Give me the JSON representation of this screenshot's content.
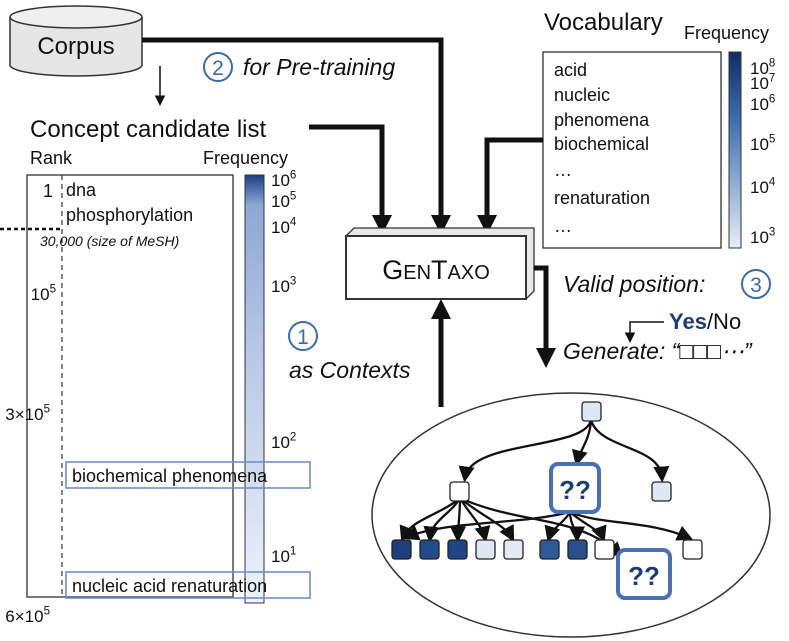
{
  "corpus_label": "Corpus",
  "step2_label": "for Pre-training",
  "step2_number": "2",
  "vocabulary": {
    "title": "Vocabulary",
    "frequency_label": "Frequency",
    "items": [
      "acid",
      "nucleic",
      "phenomena",
      "biochemical",
      "…",
      "renaturation",
      "…"
    ],
    "scale_ticks": [
      {
        "base": "10",
        "exp": "8"
      },
      {
        "base": "10",
        "exp": "7"
      },
      {
        "base": "10",
        "exp": "6"
      },
      {
        "base": "10",
        "exp": "5"
      },
      {
        "base": "10",
        "exp": "4"
      },
      {
        "base": "10",
        "exp": "3"
      }
    ]
  },
  "candidates": {
    "title": "Concept candidate list",
    "rank_label": "Rank",
    "frequency_label": "Frequency",
    "first_rank": "1",
    "top_terms": [
      "dna",
      "phosphorylation"
    ],
    "mesh_note": "30,000 (size of MeSH)",
    "rank_ticks": [
      {
        "base": "10",
        "exp": "5"
      },
      {
        "base": "3×10",
        "exp": "5"
      },
      {
        "base": "6×10",
        "exp": "5"
      }
    ],
    "freq_ticks": [
      {
        "base": "10",
        "exp": "6"
      },
      {
        "base": "10",
        "exp": "5"
      },
      {
        "base": "10",
        "exp": "4"
      },
      {
        "base": "10",
        "exp": "3"
      },
      {
        "base": "10",
        "exp": "2"
      },
      {
        "base": "10",
        "exp": "1"
      }
    ],
    "highlighted": [
      "biochemical phenomena",
      "nucleic acid renaturation"
    ]
  },
  "model": {
    "name_g": "G",
    "name_en": "EN",
    "name_t": "T",
    "name_axo": "AXO"
  },
  "step1": {
    "number": "1",
    "label": "as Contexts"
  },
  "step3": {
    "number": "3",
    "question": "Valid position:",
    "yes": "Yes",
    "no": "/No",
    "generate": "Generate: “□□□⋯”"
  },
  "taxonomy": {
    "unknown_label": "??"
  },
  "colors": {
    "accent_blue": "#4a6fb5",
    "dark_blue": "#1c3d74",
    "highlight_border": "#6f8fcc"
  }
}
